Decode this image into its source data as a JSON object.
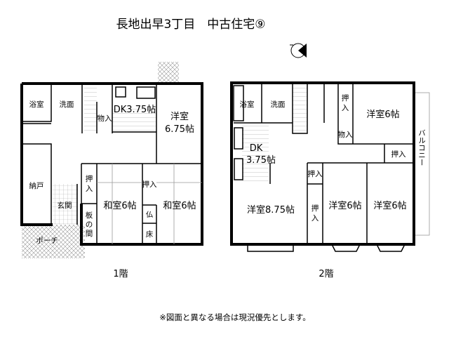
{
  "title": "長地出早3丁目　中古住宅⑨",
  "note": "※図面と異なる場合は現況優先とします。",
  "compass_icon": "north-arrow",
  "floor1": {
    "label": "1階",
    "rooms": {
      "bath": "浴室",
      "wash": "洗面",
      "storage": "物入",
      "dk": "DK3.75帖",
      "western": "洋室",
      "western_size": "6.75帖",
      "nando": "納戸",
      "genkan": "玄関",
      "porch": "ポーチ",
      "oshiire1": "押",
      "oshiire1b": "入",
      "itanoma1": "板",
      "itanoma2": "の",
      "itanoma3": "間",
      "washitsu1": "和室6帖",
      "oshiire2": "押入",
      "washitsu2": "和室6帖",
      "butsu": "仏",
      "toko": "床"
    }
  },
  "floor2": {
    "label": "2階",
    "rooms": {
      "bath": "浴室",
      "wash": "洗面",
      "oshiire1a": "押",
      "oshiire1b": "入",
      "western1": "洋室6帖",
      "storage": "物入",
      "dk1": "DK",
      "dk2": "3.75帖",
      "oshiire2": "押入",
      "oshiire3": "押入",
      "western875": "洋室8.75帖",
      "oshiire4a": "押",
      "oshiire4b": "入",
      "western2": "洋室6帖",
      "western3": "洋室6帖",
      "balcony": "バルコニー"
    }
  }
}
